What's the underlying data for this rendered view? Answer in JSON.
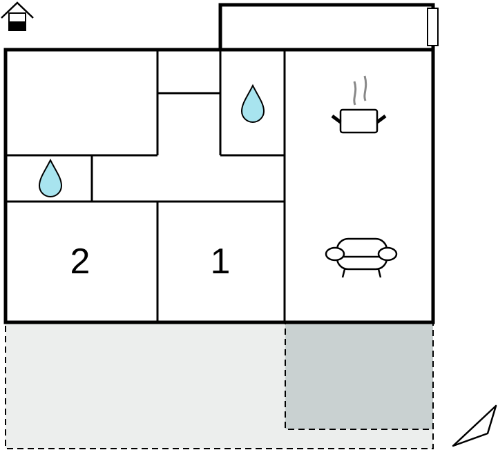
{
  "rooms": [
    {
      "label": "2",
      "type": "bedroom"
    },
    {
      "label": "1",
      "type": "bedroom"
    }
  ],
  "icons": [
    "house-icon",
    "water-drop-icon",
    "cooking-pot-icon",
    "sofa-icon",
    "compass-north-icon"
  ],
  "colors": {
    "wall": "#000000",
    "terrace": "#eceeed",
    "covered_terrace": "#c9d1d1",
    "water_drop": "#a8e4ef"
  }
}
